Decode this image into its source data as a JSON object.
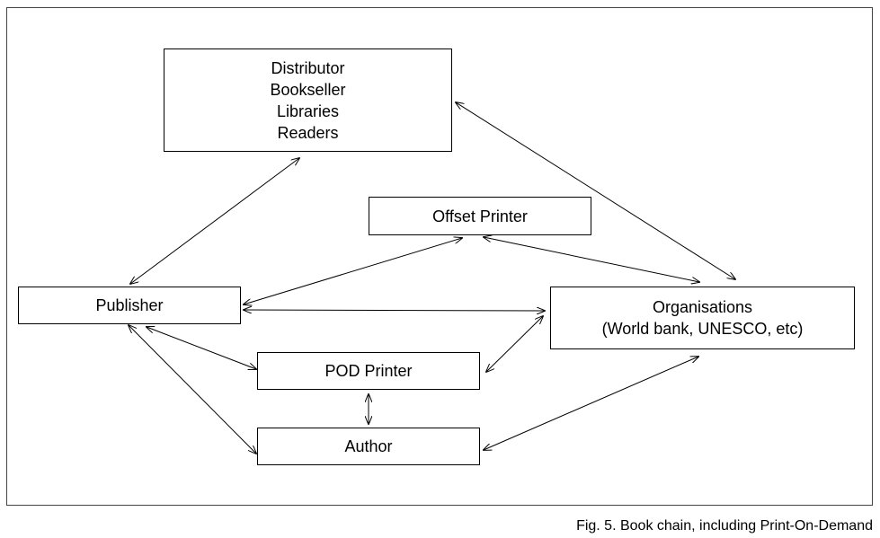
{
  "nodes": {
    "distributor_group": {
      "lines": [
        "Distributor",
        "Bookseller",
        "Libraries",
        "Readers"
      ]
    },
    "offset_printer": {
      "label": "Offset Printer"
    },
    "publisher": {
      "label": "Publisher"
    },
    "organisations": {
      "lines": [
        "Organisations",
        "(World bank, UNESCO, etc)"
      ]
    },
    "pod_printer": {
      "label": "POD Printer"
    },
    "author": {
      "label": "Author"
    }
  },
  "edges": [
    {
      "from": "distributor_group",
      "to": "publisher",
      "direction": "both"
    },
    {
      "from": "distributor_group",
      "to": "organisations",
      "direction": "both"
    },
    {
      "from": "offset_printer",
      "to": "publisher",
      "direction": "both"
    },
    {
      "from": "offset_printer",
      "to": "organisations",
      "direction": "both"
    },
    {
      "from": "publisher",
      "to": "organisations",
      "direction": "both"
    },
    {
      "from": "publisher",
      "to": "pod_printer",
      "direction": "both"
    },
    {
      "from": "publisher",
      "to": "author",
      "direction": "both"
    },
    {
      "from": "pod_printer",
      "to": "organisations",
      "direction": "both"
    },
    {
      "from": "pod_printer",
      "to": "author",
      "direction": "both"
    },
    {
      "from": "author",
      "to": "organisations",
      "direction": "both"
    }
  ],
  "caption": "Fig. 5. Book chain, including Print-On-Demand",
  "colors": {
    "line": "#000000",
    "border": "#444444"
  }
}
